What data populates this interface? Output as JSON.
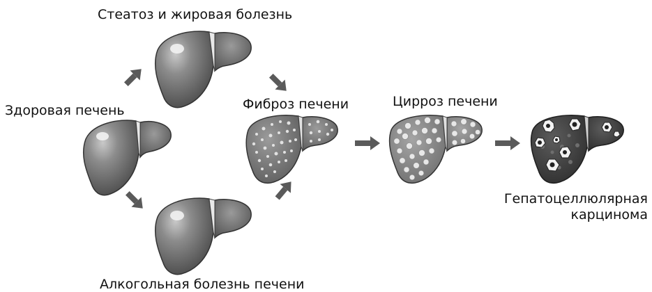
{
  "labels": {
    "steatosis": "Стеатоз и жировая болезнь",
    "healthy": "Здоровая печень",
    "fibrosis": "Фиброз печени",
    "cirrhosis": "Цирроз печени",
    "hcc_line1": "Гепатоцеллюлярная",
    "hcc_line2": "карцинома",
    "alcoholic": "Алкогольная болезнь печени"
  },
  "colors": {
    "liver_dark": "#555555",
    "liver_mid": "#7a7a7a",
    "liver_light": "#a8a8a8",
    "nodule": "#dcdcdc",
    "arrow": "#5a5a5a"
  }
}
